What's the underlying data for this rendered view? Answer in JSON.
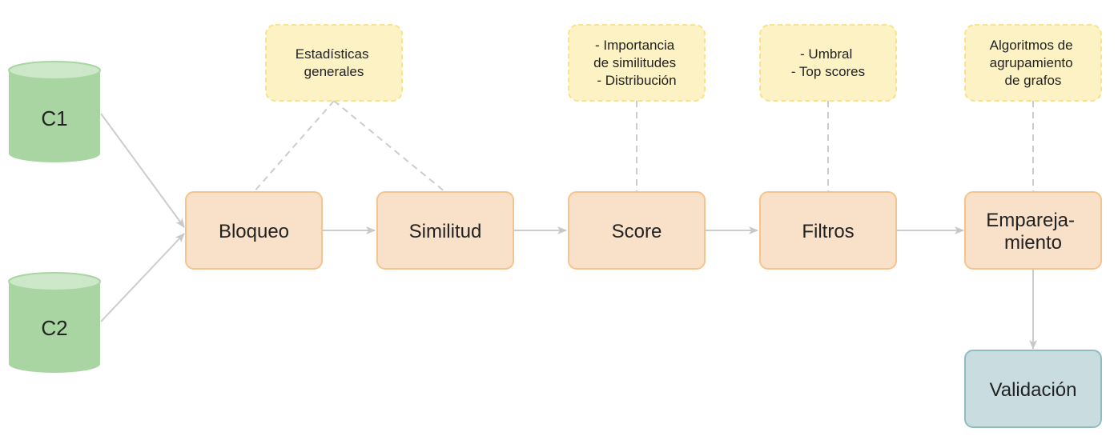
{
  "databases": [
    {
      "id": "c1",
      "label": "C1"
    },
    {
      "id": "c2",
      "label": "C2"
    }
  ],
  "steps": [
    {
      "id": "bloqueo",
      "lines": [
        "Bloqueo"
      ]
    },
    {
      "id": "similitud",
      "lines": [
        "Similitud"
      ]
    },
    {
      "id": "score",
      "lines": [
        "Score"
      ]
    },
    {
      "id": "filtros",
      "lines": [
        "Filtros"
      ]
    },
    {
      "id": "emparejamiento",
      "lines": [
        "Empareja-",
        "miento"
      ]
    }
  ],
  "final_step": {
    "id": "validacion",
    "lines": [
      "Validación"
    ]
  },
  "notes": [
    {
      "id": "estadisticas",
      "lines": [
        "Estadísticas",
        "generales"
      ]
    },
    {
      "id": "importancia",
      "lines": [
        "- Importancia",
        "de similitudes",
        "- Distribución"
      ]
    },
    {
      "id": "umbral",
      "lines": [
        "- Umbral",
        "- Top scores"
      ]
    },
    {
      "id": "algoritmos",
      "lines": [
        "Algoritmos de",
        "agrupamiento",
        "de grafos"
      ]
    }
  ],
  "colors": {
    "database_fill": "#a8d5a2",
    "database_top": "#cce8c8",
    "process_fill": "#f9e0c8",
    "process_border": "#f4c48e",
    "note_fill": "#fdf2c4",
    "note_border": "#f8e28a",
    "final_fill": "#c9dde0",
    "final_border": "#90bcc0",
    "connector": "#cccccc"
  }
}
